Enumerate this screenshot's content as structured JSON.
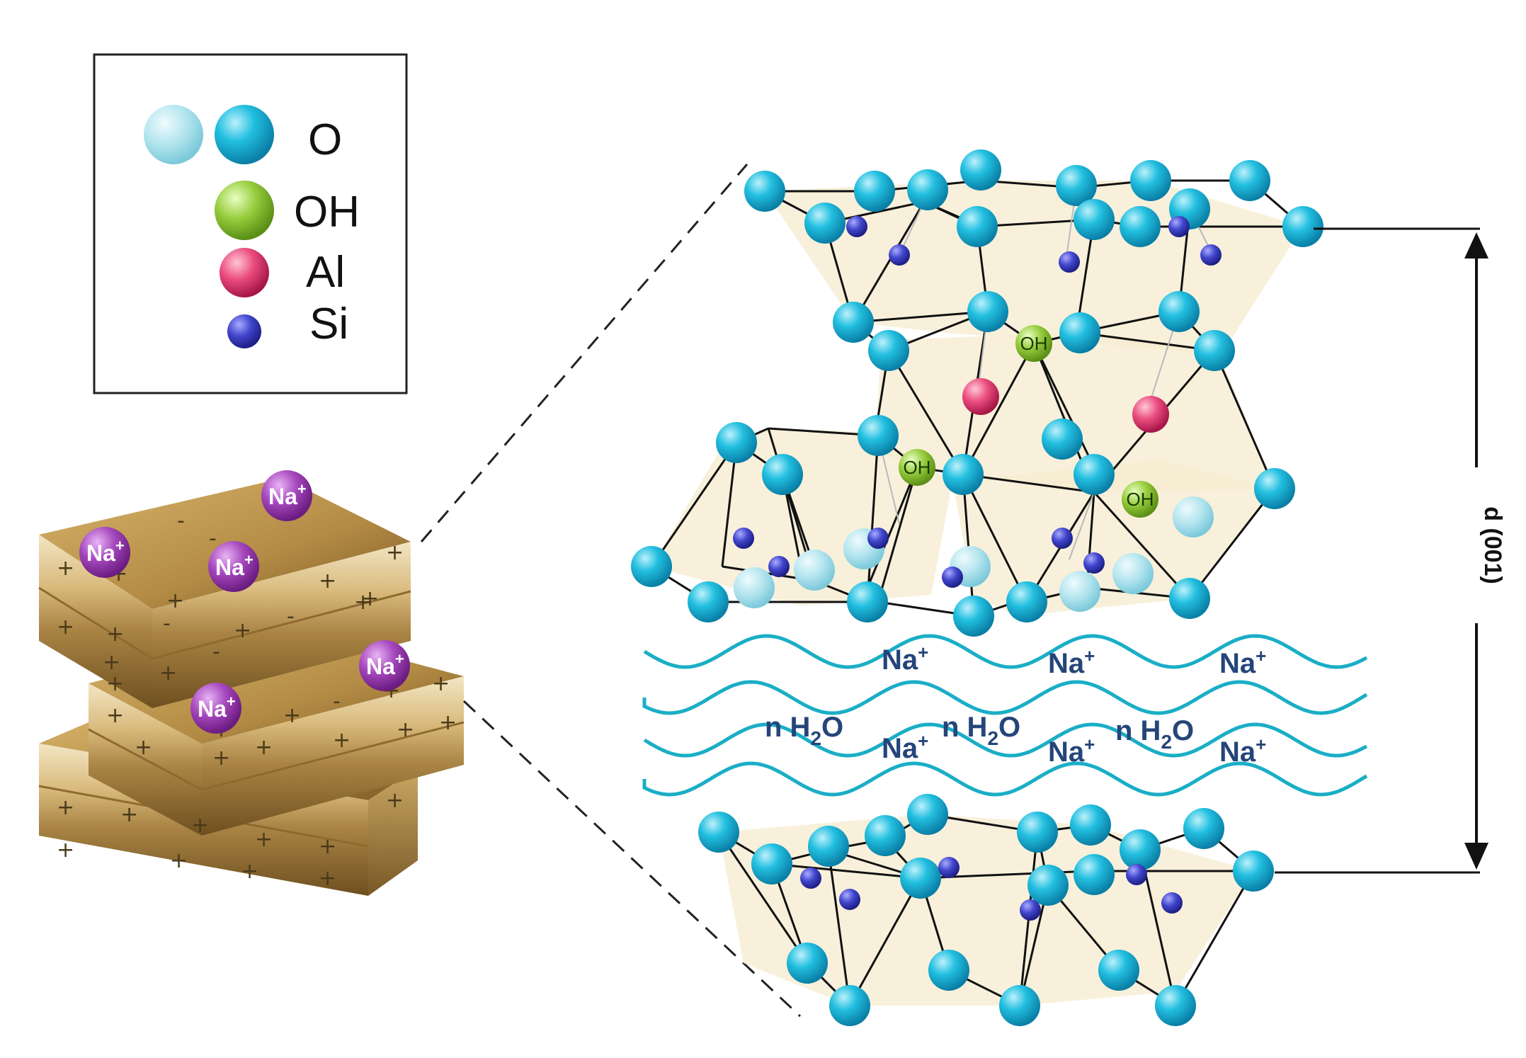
{
  "legend": {
    "items": [
      {
        "symbol": "oxygen",
        "label": "O"
      },
      {
        "symbol": "hydroxyl",
        "label": "OH"
      },
      {
        "symbol": "aluminium",
        "label": "Al"
      },
      {
        "symbol": "silicon",
        "label": "Si"
      }
    ]
  },
  "colors": {
    "oxygen": "#19b6d6",
    "oxygen_light": "#a8e1ec",
    "hydroxyl": "#8cc63f",
    "aluminium": "#e63d74",
    "silicon": "#3a3fc2",
    "sodium": "#9b3bb3",
    "water_wave": "#1aaec6",
    "clay_brown": "#a07a3c"
  },
  "platelets": {
    "cation": "Na",
    "cation_charge": "+",
    "surface_signs": [
      "+",
      "-"
    ]
  },
  "interlayer": {
    "cation_label": "Na",
    "cation_charge": "+",
    "water_prefix": "n H",
    "water_subscript": "2",
    "water_suffix": "O"
  },
  "octahedral_label": "OH",
  "basal_spacing": {
    "label": "d (001)"
  }
}
